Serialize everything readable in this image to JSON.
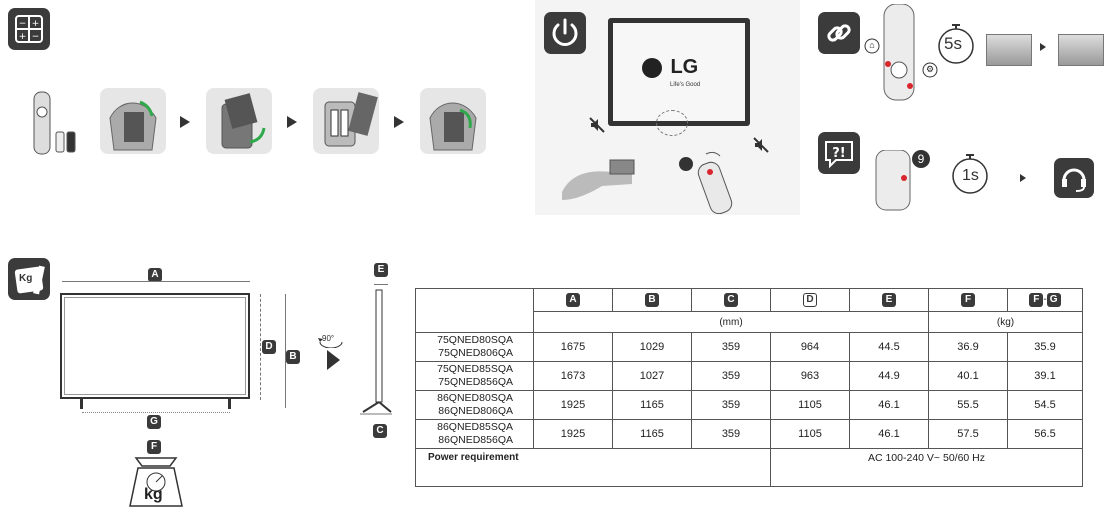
{
  "tv_brand": {
    "logo": "LG",
    "tagline": "Life's Good"
  },
  "timers": {
    "pairing": "5s",
    "help": "1s"
  },
  "remote_button_number": "9",
  "rotation_label": "90°",
  "weight_unit_icon": "kg",
  "kg_badge": "Kg",
  "dim_labels": {
    "a": "A",
    "b": "B",
    "c": "C",
    "d": "D",
    "e": "E",
    "f": "F",
    "g": "G",
    "fg_sep": "-"
  },
  "table": {
    "headers": [
      "A",
      "B",
      "C",
      "D",
      "E",
      "F",
      "F-G"
    ],
    "unit_mm": "(mm)",
    "unit_kg": "(kg)",
    "rows": [
      {
        "models": [
          "75QNED80SQA",
          "75QNED806QA"
        ],
        "values": [
          "1675",
          "1029",
          "359",
          "964",
          "44.5",
          "36.9",
          "35.9"
        ]
      },
      {
        "models": [
          "75QNED85SQA",
          "75QNED856QA"
        ],
        "values": [
          "1673",
          "1027",
          "359",
          "963",
          "44.9",
          "40.1",
          "39.1"
        ]
      },
      {
        "models": [
          "86QNED80SQA",
          "86QNED806QA"
        ],
        "values": [
          "1925",
          "1165",
          "359",
          "1105",
          "46.1",
          "55.5",
          "54.5"
        ]
      },
      {
        "models": [
          "86QNED85SQA",
          "86QNED856QA"
        ],
        "values": [
          "1925",
          "1165",
          "359",
          "1105",
          "46.1",
          "57.5",
          "56.5"
        ]
      }
    ],
    "power_label": "Power requirement",
    "power_value": "AC 100-240 V~ 50/60 Hz"
  },
  "colors": {
    "icon_bg": "#3b3b3b",
    "accent_red": "#d9262e"
  },
  "icons": [
    "battery-icon",
    "power-icon",
    "link-icon",
    "help-icon",
    "weight-icon",
    "headset-icon",
    "home-icon",
    "settings-icon",
    "timer-icon"
  ]
}
